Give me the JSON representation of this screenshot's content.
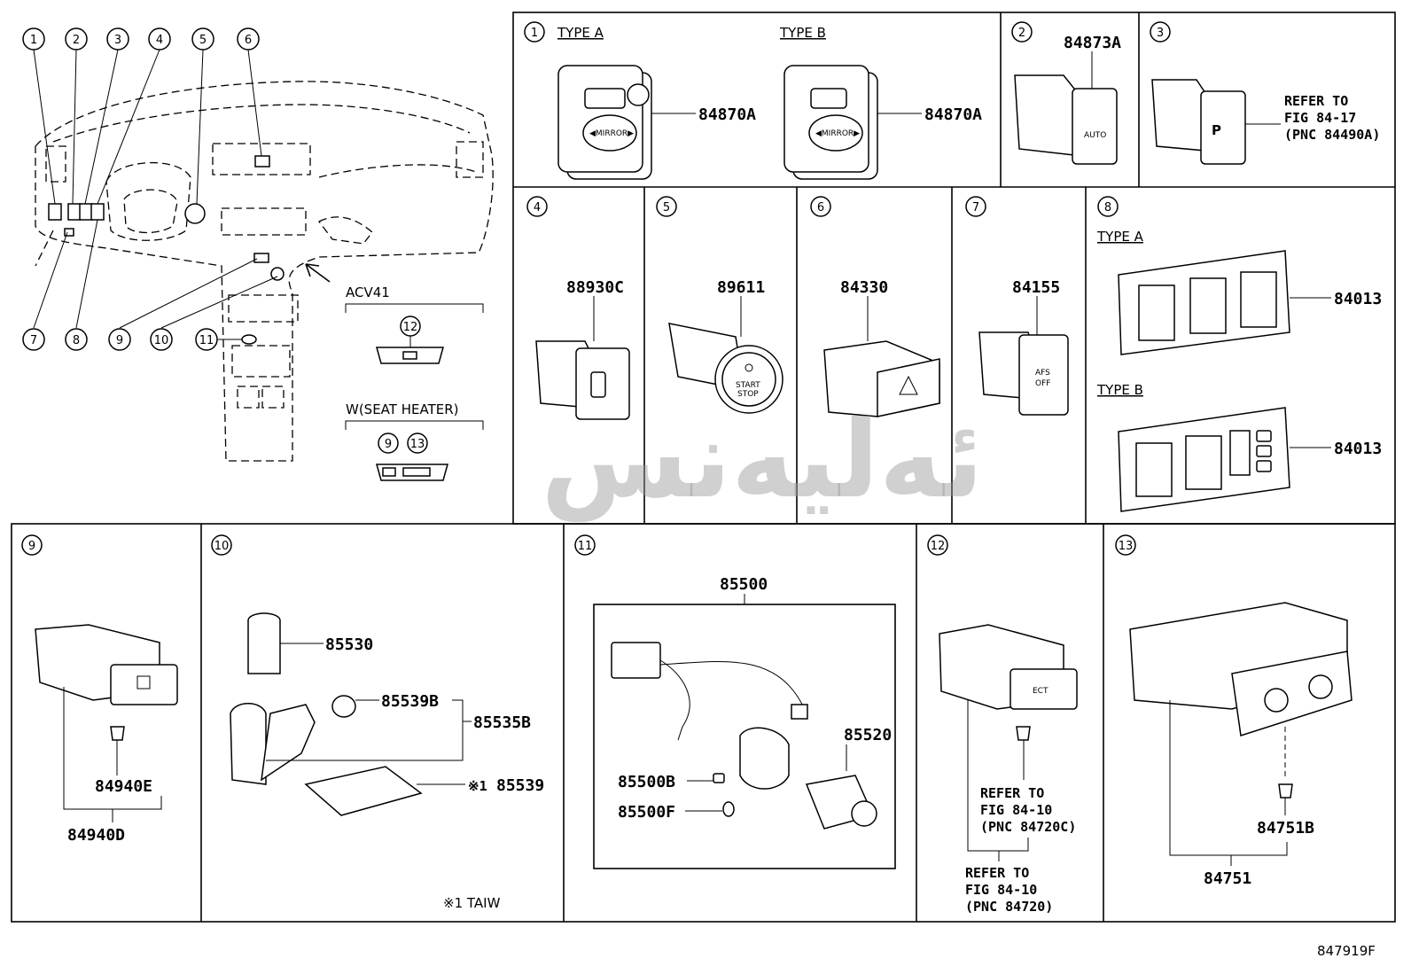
{
  "overview": {
    "callouts": [
      "1",
      "2",
      "3",
      "4",
      "5",
      "6",
      "7",
      "8",
      "9",
      "10",
      "11"
    ],
    "acv41_label": "ACV41",
    "acv41_callout": "12",
    "seat_heater_label": "W(SEAT HEATER)",
    "seat_heater_callouts": [
      "9",
      "13"
    ]
  },
  "panels": {
    "p1": {
      "num": "1",
      "type_a": "TYPE A",
      "type_b": "TYPE B",
      "part_a": "84870A",
      "part_b": "84870A"
    },
    "p2": {
      "num": "2",
      "part": "84873A",
      "auto_text": "AUTO"
    },
    "p3": {
      "num": "3",
      "note": [
        "REFER TO",
        "FIG 84-17",
        "(PNC 84490A)"
      ]
    },
    "p4": {
      "num": "4",
      "part": "88930C"
    },
    "p5": {
      "num": "5",
      "part": "89611"
    },
    "p6": {
      "num": "6",
      "part": "84330"
    },
    "p7": {
      "num": "7",
      "part": "84155",
      "afs_text": [
        "AFS",
        "OFF"
      ]
    },
    "p8": {
      "num": "8",
      "type_a": "TYPE A",
      "type_b": "TYPE B",
      "part_a": "84013",
      "part_b": "84013"
    },
    "p9": {
      "num": "9",
      "part_top": "84940E",
      "part_bottom": "84940D"
    },
    "p10": {
      "num": "10",
      "parts": [
        "85530",
        "85539B",
        "85535B",
        "85539"
      ],
      "mark": "※1",
      "footnote": "※1 TAIW"
    },
    "p11": {
      "num": "11",
      "parts": [
        "85500",
        "85520",
        "85500B",
        "85500F"
      ]
    },
    "p12": {
      "num": "12",
      "ect_text": "ECT",
      "note_a": [
        "REFER TO",
        "FIG 84-10",
        "(PNC 84720C)"
      ],
      "note_b": [
        "REFER TO",
        "FIG 84-10",
        "(PNC 84720)"
      ]
    },
    "p13": {
      "num": "13",
      "part_top": "84751B",
      "part_bottom": "84751"
    }
  },
  "figure_id": "847919F",
  "watermark": "ئەلیەنس"
}
